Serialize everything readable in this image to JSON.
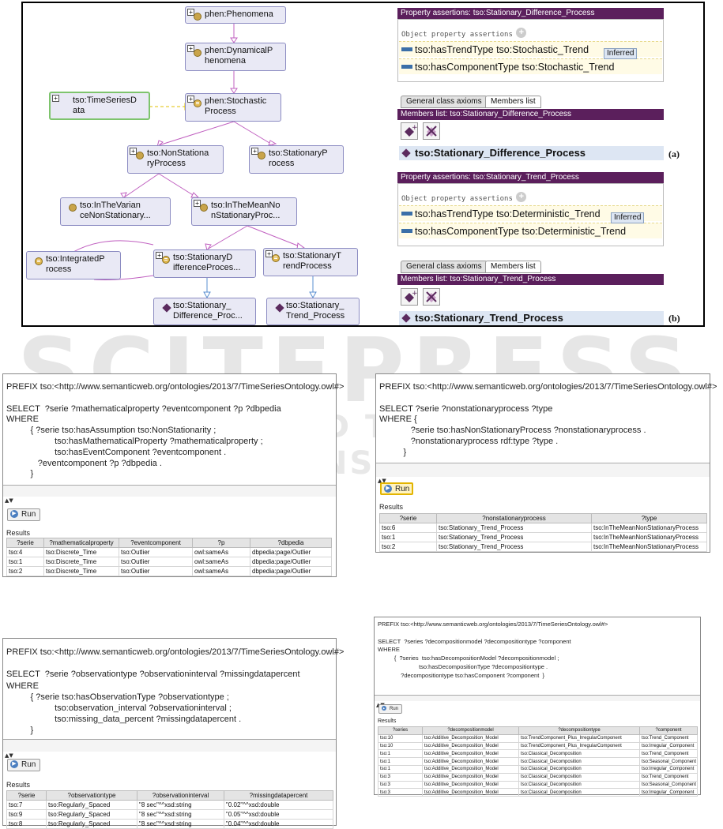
{
  "watermark": {
    "main": "SCITEPRESS",
    "sub": "SCIENCE AND TECHNOLOGY PUBLICATIONS"
  },
  "figure": {
    "graph_nodes": {
      "phenomena": "phen:Phenomena",
      "dynamical": [
        "phen:DynamicalP",
        "henomena"
      ],
      "stochastic": [
        "phen:Stochastic",
        "Process"
      ],
      "timeseries": [
        "tso:TimeSeriesD",
        "ata"
      ],
      "nonstationary": [
        "tso:NonStationa",
        "ryProcess"
      ],
      "stationary": [
        "tso:StationaryP",
        "rocess"
      ],
      "invariance": [
        "tso:InTheVarian",
        "ceNonStationary..."
      ],
      "inmean": [
        "tso:InTheMeanNo",
        "nStationaryProc..."
      ],
      "integrated": [
        "tso:IntegratedP",
        "rocess"
      ],
      "stationary_diff": [
        "tso:StationaryD",
        "ifferenceProces..."
      ],
      "stationary_trend": [
        "tso:StationaryT",
        "rendProcess"
      ],
      "ind_diff": [
        "tso:Stationary_",
        "Difference_Proc..."
      ],
      "ind_trend": [
        "tso:Stationary_",
        "Trend_Process"
      ]
    },
    "panel_a": {
      "title": "Property assertions: tso:Stationary_Difference_Process",
      "opa_label": "Object property assertions",
      "rows": [
        "tso:hasTrendType  tso:Stochastic_Trend",
        "tso:hasComponentType  tso:Stochastic_Trend"
      ],
      "inferred": "Inferred",
      "tabs": [
        "General class axioms",
        "Members list"
      ],
      "members_title": "Members list: tso:Stationary_Difference_Process",
      "member": "tso:Stationary_Difference_Process",
      "label": "(a)"
    },
    "panel_b": {
      "title": "Property assertions: tso:Stationary_Trend_Process",
      "opa_label": "Object property assertions",
      "rows": [
        "tso:hasTrendType  tso:Deterministic_Trend",
        "tso:hasComponentType  tso:Deterministic_Trend"
      ],
      "inferred": "Inferred",
      "tabs": [
        "General class axioms",
        "Members list"
      ],
      "members_title": "Members list: tso:Stationary_Trend_Process",
      "member": "tso:Stationary_Trend_Process",
      "label": "(b)"
    }
  },
  "queries": [
    {
      "lines": [
        "PREFIX tso:<http://www.semanticweb.org/ontologies/2013/7/TimeSeriesOntology.owl#>",
        "",
        "SELECT  ?serie ?mathematicalproperty ?eventcomponent ?p ?dbpedia",
        "WHERE",
        "          { ?serie tso:hasAssumption tso:NonStationarity ;",
        "                    tso:hasMathematicalProperty ?mathematicalproperty ;",
        "                    tso:hasEventComponent ?eventcomponent .",
        "             ?eventcomponent ?p ?dbpedia .",
        "          }"
      ],
      "run": "Run",
      "results": "Results",
      "columns": [
        "?serie",
        "?mathematicalproperty",
        "?eventcomponent",
        "?p",
        "?dbpedia"
      ],
      "rows": [
        [
          "tso:4",
          "tso:Discrete_Time",
          "tso:Outlier",
          "owl:sameAs",
          "dbpedia:page/Outlier"
        ],
        [
          "tso:1",
          "tso:Discrete_Time",
          "tso:Outlier",
          "owl:sameAs",
          "dbpedia:page/Outlier"
        ],
        [
          "tso:2",
          "tso:Discrete_Time",
          "tso:Outlier",
          "owl:sameAs",
          "dbpedia:page/Outlier"
        ]
      ]
    },
    {
      "lines": [
        "PREFIX tso:<http://www.semanticweb.org/ontologies/2013/7/TimeSeriesOntology.owl#>",
        "",
        "SELECT ?serie ?nonstationaryprocess ?type",
        "WHERE {",
        "             ?serie tso:hasNonStationaryProcess ?nonstationaryprocess .",
        "             ?nonstationaryprocess rdf:type ?type .",
        "          }"
      ],
      "run": "Run",
      "results": "Results",
      "columns": [
        "?serie",
        "?nonstationaryprocess",
        "?type"
      ],
      "rows": [
        [
          "tso:6",
          "tso:Stationary_Trend_Process",
          "tso:InTheMeanNonStationaryProcess"
        ],
        [
          "tso:1",
          "tso:Stationary_Trend_Process",
          "tso:InTheMeanNonStationaryProcess"
        ],
        [
          "tso:2",
          "tso:Stationary_Trend_Process",
          "tso:InTheMeanNonStationaryProcess"
        ]
      ]
    },
    {
      "lines": [
        "PREFIX tso:<http://www.semanticweb.org/ontologies/2013/7/TimeSeriesOntology.owl#>",
        "",
        "SELECT  ?serie ?observationtype ?observationinterval ?missingdatapercent",
        "WHERE",
        "          { ?serie tso:hasObservationType ?observationtype ;",
        "                    tso:observation_interval ?observationinterval ;",
        "                    tso:missing_data_percent ?missingdatapercent .",
        "          }"
      ],
      "run": "Run",
      "results": "Results",
      "columns": [
        "?serie",
        "?observationtype",
        "?observationinterval",
        "?missingdatapercent"
      ],
      "rows": [
        [
          "tso:7",
          "tso:Regularly_Spaced",
          "\"8 sec\"^^xsd:string",
          "\"0.02\"^^xsd:double"
        ],
        [
          "tso:9",
          "tso:Regularly_Spaced",
          "\"8 sec\"^^xsd:string",
          "\"0.05\"^^xsd:double"
        ],
        [
          "tso:8",
          "tso:Regularly_Spaced",
          "\"8 sec\"^^xsd:string",
          "\"0.04\"^^xsd:double"
        ]
      ]
    },
    {
      "lines": [
        "PREFIX tso:<http://www.semanticweb.org/ontologies/2013/7/TimeSeriesOntology.owl#>",
        "",
        "SELECT  ?series ?decompositionmodel ?decompositiontype ?component",
        "WHERE",
        "          {  ?series  tso:hasDecompositionModel ?decompositionmodel ;",
        "                         tso:hasDecompositionType ?decompositiontype .",
        "              ?decompositiontype tso:hasComponent ?component  }"
      ],
      "run": "Run",
      "results": "Results",
      "columns": [
        "?series",
        "?decompositionmodel",
        "?decompositiontype",
        "?component"
      ],
      "rows": [
        [
          "tso:10",
          "tso:Additive_Decomposition_Model",
          "tso:TrendComponent_Plus_IrregularComponent",
          "tso:Trend_Component"
        ],
        [
          "tso:10",
          "tso:Additive_Decomposition_Model",
          "tso:TrendComponent_Plus_IrregularComponent",
          "tso:Irregular_Component"
        ],
        [
          "tso:1",
          "tso:Additive_Decomposition_Model",
          "tso:Classical_Decomposition",
          "tso:Trend_Component"
        ],
        [
          "tso:1",
          "tso:Additive_Decomposition_Model",
          "tso:Classical_Decomposition",
          "tso:Seasonal_Component"
        ],
        [
          "tso:1",
          "tso:Additive_Decomposition_Model",
          "tso:Classical_Decomposition",
          "tso:Irregular_Component"
        ],
        [
          "tso:3",
          "tso:Additive_Decomposition_Model",
          "tso:Classical_Decomposition",
          "tso:Trend_Component"
        ],
        [
          "tso:3",
          "tso:Additive_Decomposition_Model",
          "tso:Classical_Decomposition",
          "tso:Seasonal_Component"
        ],
        [
          "tso:3",
          "tso:Additive_Decomposition_Model",
          "tso:Classical_Decomposition",
          "tso:Irregular_Component"
        ]
      ]
    }
  ]
}
